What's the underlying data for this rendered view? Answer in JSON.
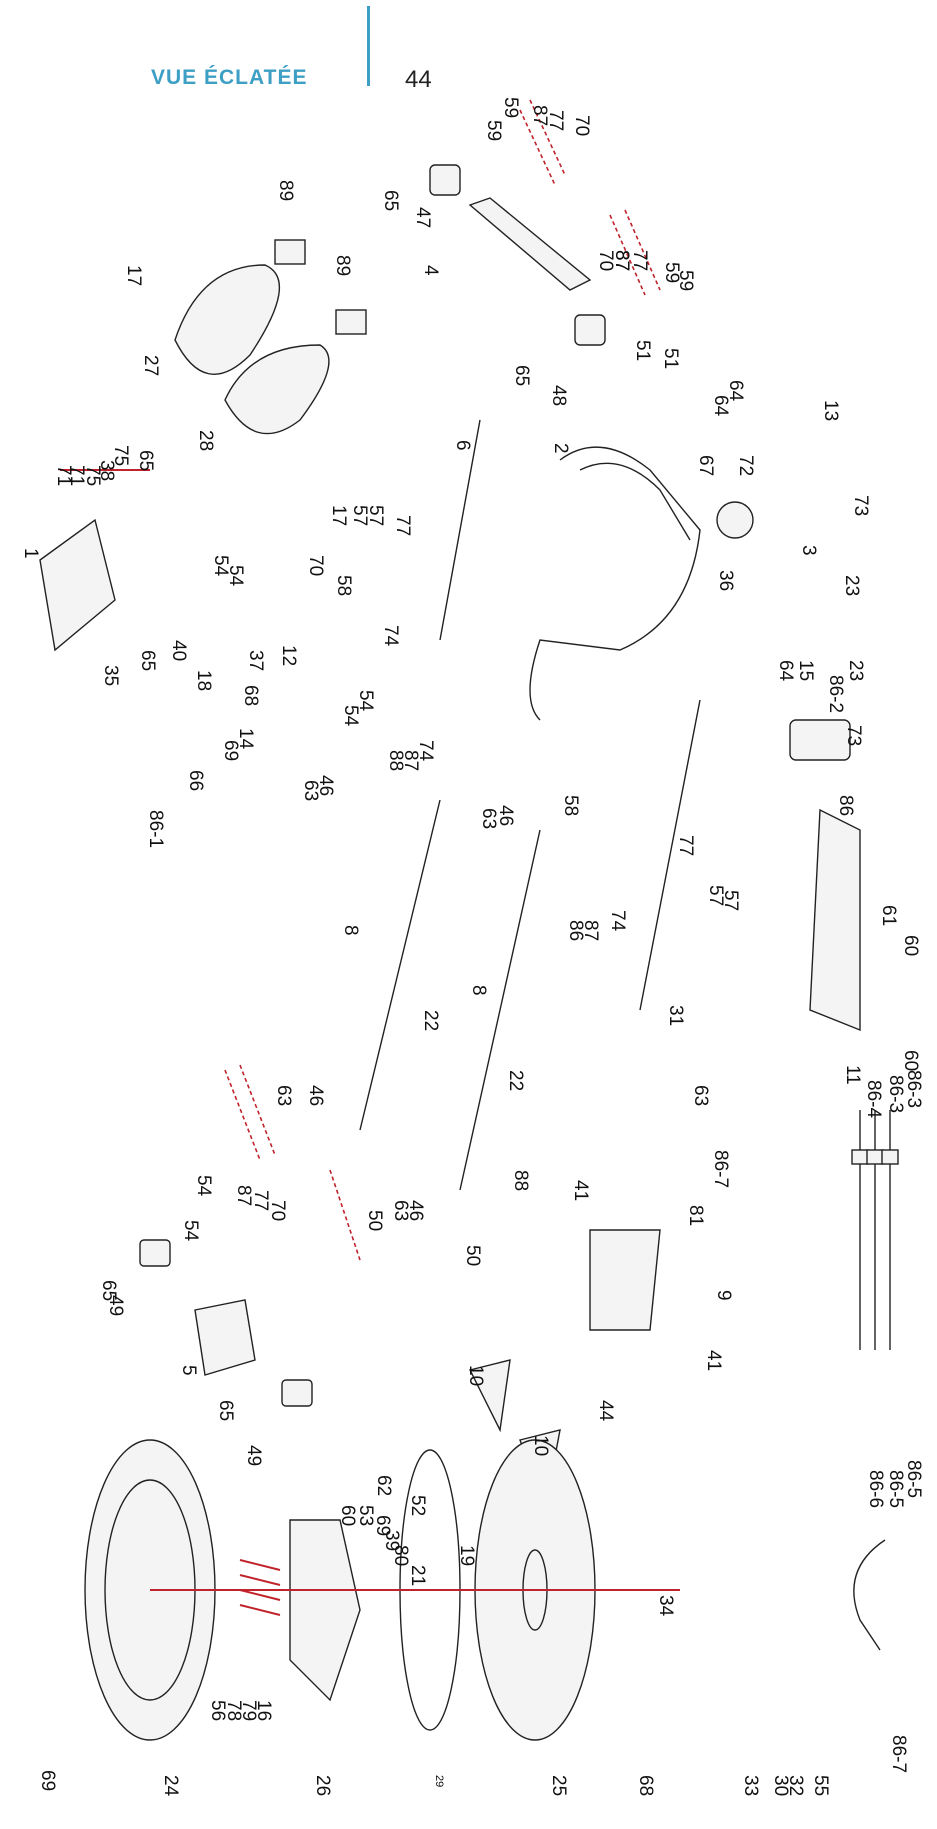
{
  "header": {
    "title": "VUE ÉCLATÉE",
    "page_number": "44"
  },
  "labels": [
    "59",
    "87",
    "77",
    "70",
    "59",
    "87",
    "70",
    "87",
    "77",
    "59",
    "59",
    "65",
    "47",
    "4",
    "89",
    "17",
    "89",
    "65",
    "48",
    "51",
    "51",
    "64",
    "64",
    "2",
    "67",
    "72",
    "13",
    "73",
    "27",
    "28",
    "6",
    "17",
    "57",
    "57",
    "77",
    "58",
    "74",
    "36",
    "3",
    "23",
    "64",
    "15",
    "86-2",
    "23",
    "73",
    "86",
    "65",
    "75",
    "75",
    "38",
    "71",
    "71",
    "1",
    "54",
    "54",
    "70",
    "12",
    "37",
    "35",
    "65",
    "40",
    "18",
    "68",
    "14",
    "69",
    "66",
    "86-1",
    "54",
    "54",
    "74",
    "87",
    "88",
    "46",
    "63",
    "46",
    "63",
    "58",
    "74",
    "87",
    "86",
    "77",
    "57",
    "57",
    "61",
    "60",
    "60",
    "11",
    "8",
    "22",
    "8",
    "22",
    "31",
    "63",
    "86-7",
    "81",
    "41",
    "9",
    "41",
    "44",
    "88",
    "10",
    "10",
    "46",
    "63",
    "50",
    "50",
    "46",
    "63",
    "54",
    "54",
    "87",
    "77",
    "70",
    "65",
    "49",
    "5",
    "65",
    "49",
    "62",
    "52",
    "53",
    "60",
    "69",
    "80",
    "39",
    "19",
    "21",
    "86-3",
    "86-3",
    "86-4",
    "86-5",
    "86-5",
    "86-6",
    "86-7",
    "69",
    "24",
    "56",
    "78",
    "79",
    "16",
    "26",
    "29",
    "25",
    "34",
    "68",
    "33",
    "30",
    "32",
    "55"
  ]
}
